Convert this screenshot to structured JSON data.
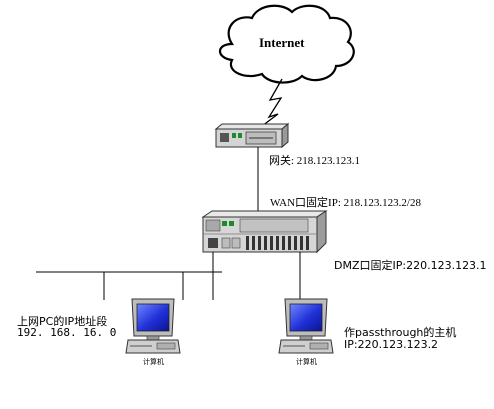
{
  "diagram": {
    "cloud": {
      "label": "Internet"
    },
    "gateway": {
      "label": "网关: 218.123.123.1"
    },
    "firewall": {
      "wan_label": "WAN口固定IP: 218.123.123.2/28",
      "dmz_label": "DMZ口固定IP:220.123.123.1"
    },
    "lan": {
      "line1": "上网PC的IP地址段",
      "line2": "192. 168. 16. 0",
      "pc_caption": "计算机"
    },
    "dmz_host": {
      "line1": "作passthrough的主机",
      "line2": "IP:220.123.123.2",
      "pc_caption": "计算机"
    }
  }
}
